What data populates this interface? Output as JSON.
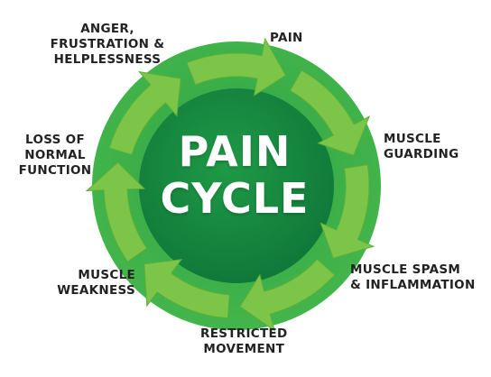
{
  "diagram": {
    "center": {
      "line1": "PAIN",
      "line2": "CYCLE"
    },
    "stages": [
      {
        "line1": "PAIN",
        "line2": "",
        "line3": ""
      },
      {
        "line1": "MUSCLE",
        "line2": "GUARDING",
        "line3": ""
      },
      {
        "line1": "MUSCLE SPASM",
        "line2": "& INFLAMMATION",
        "line3": ""
      },
      {
        "line1": "RESTRICTED",
        "line2": "MOVEMENT",
        "line3": ""
      },
      {
        "line1": "MUSCLE",
        "line2": "WEAKNESS",
        "line3": ""
      },
      {
        "line1": "LOSS OF",
        "line2": "NORMAL",
        "line3": "FUNCTION"
      },
      {
        "line1": "ANGER,",
        "line2": "FRUSTRATION &",
        "line3": "HELPLESSNESS"
      }
    ],
    "colors": {
      "outer_circle": "#3bae49",
      "inner_circle": "#158a3e",
      "arrow": "#7cc548",
      "arrow_shade": "#5ab03a",
      "label_text": "#222222",
      "center_text": "#ffffff"
    }
  }
}
